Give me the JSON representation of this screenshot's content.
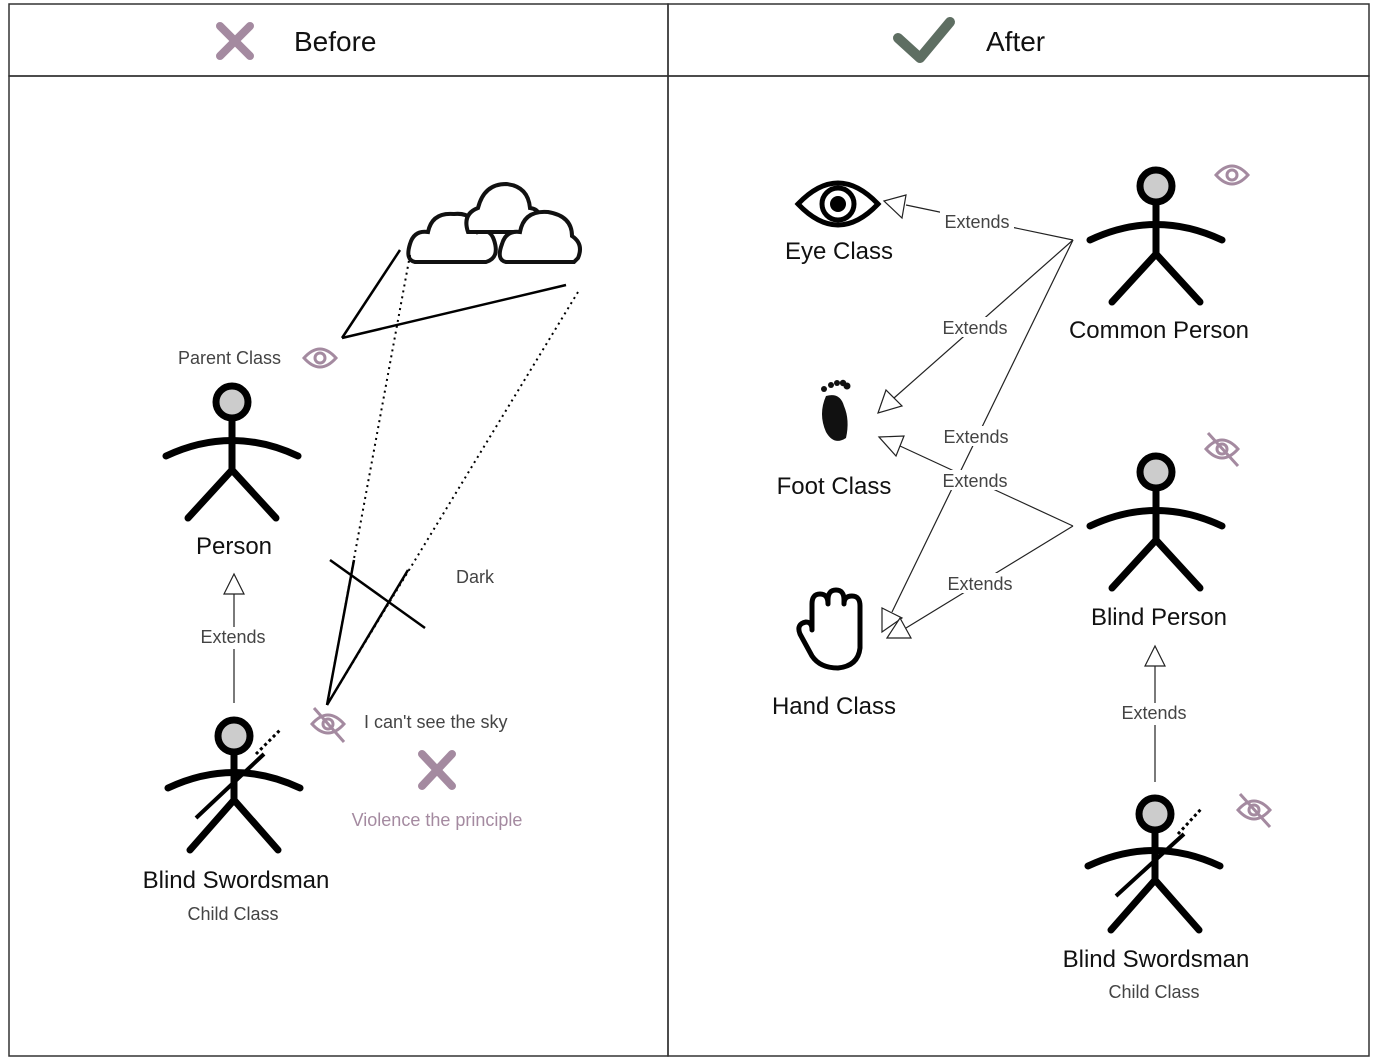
{
  "headers": {
    "before": "Before",
    "after": "After"
  },
  "before": {
    "parent_label": "Parent Class",
    "person_label": "Person",
    "extends_label": "Extends",
    "swordsman_label": "Blind Swordsman",
    "child_label": "Child Class",
    "dark_label": "Dark",
    "sky_note": "I can't see the sky",
    "violation": "Violence the principle"
  },
  "after": {
    "eye_class": "Eye Class",
    "foot_class": "Foot Class",
    "hand_class": "Hand Class",
    "common_person": "Common Person",
    "blind_person": "Blind Person",
    "swordsman_label": "Blind Swordsman",
    "child_label": "Child Class",
    "extends_labels": [
      "Extends",
      "Extends",
      "Extends",
      "Extends",
      "Extends",
      "Extends"
    ]
  },
  "colors": {
    "accent": "#a48aa0",
    "check": "#5e6e62"
  }
}
